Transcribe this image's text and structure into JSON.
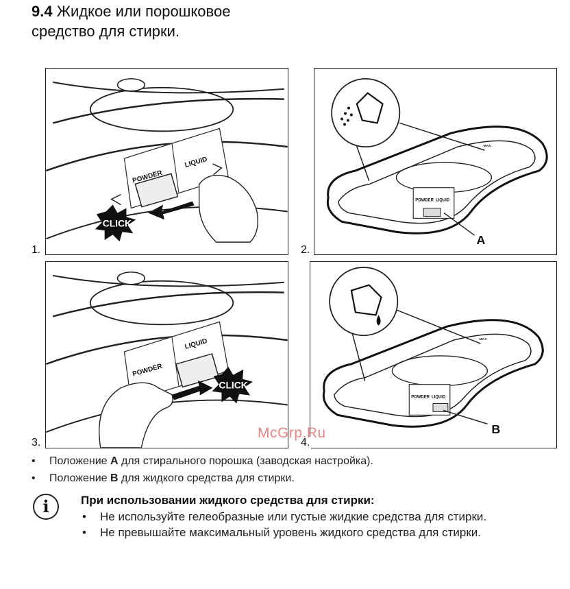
{
  "heading": {
    "number": "9.4",
    "line1": "Жидкое или порошковое",
    "line2": "средство для стирки."
  },
  "panels": [
    {
      "number": "1.",
      "label_powder": "POWDER",
      "label_liquid": "LIQUID",
      "click": "CLICK"
    },
    {
      "number": "2.",
      "callout": "A",
      "max_top": "MAX",
      "label_powder": "POWDER",
      "label_liquid": "LIQUID"
    },
    {
      "number": "3.",
      "label_powder": "POWDER",
      "label_liquid": "LIQUID",
      "click": "CLICK"
    },
    {
      "number": "4.",
      "callout": "B",
      "max_top": "MAX",
      "label_powder": "POWDER",
      "label_liquid": "LIQUID"
    }
  ],
  "watermark": "McGrp.Ru",
  "bullets": [
    {
      "pre": "Положение ",
      "bold": "A",
      "post": " для стирального порошка (заводская настройка)."
    },
    {
      "pre": "Положение ",
      "bold": "B",
      "post": " для жидкого средства для стирки."
    }
  ],
  "info": {
    "icon": "i",
    "title": "При использовании жидкого средства для стирки:",
    "items": [
      "Не используйте гелеобразные или густые жидкие средства для стирки.",
      "Не превышайте максимальный уровень жидкого средства для стирки."
    ]
  },
  "bullet_char": "•"
}
